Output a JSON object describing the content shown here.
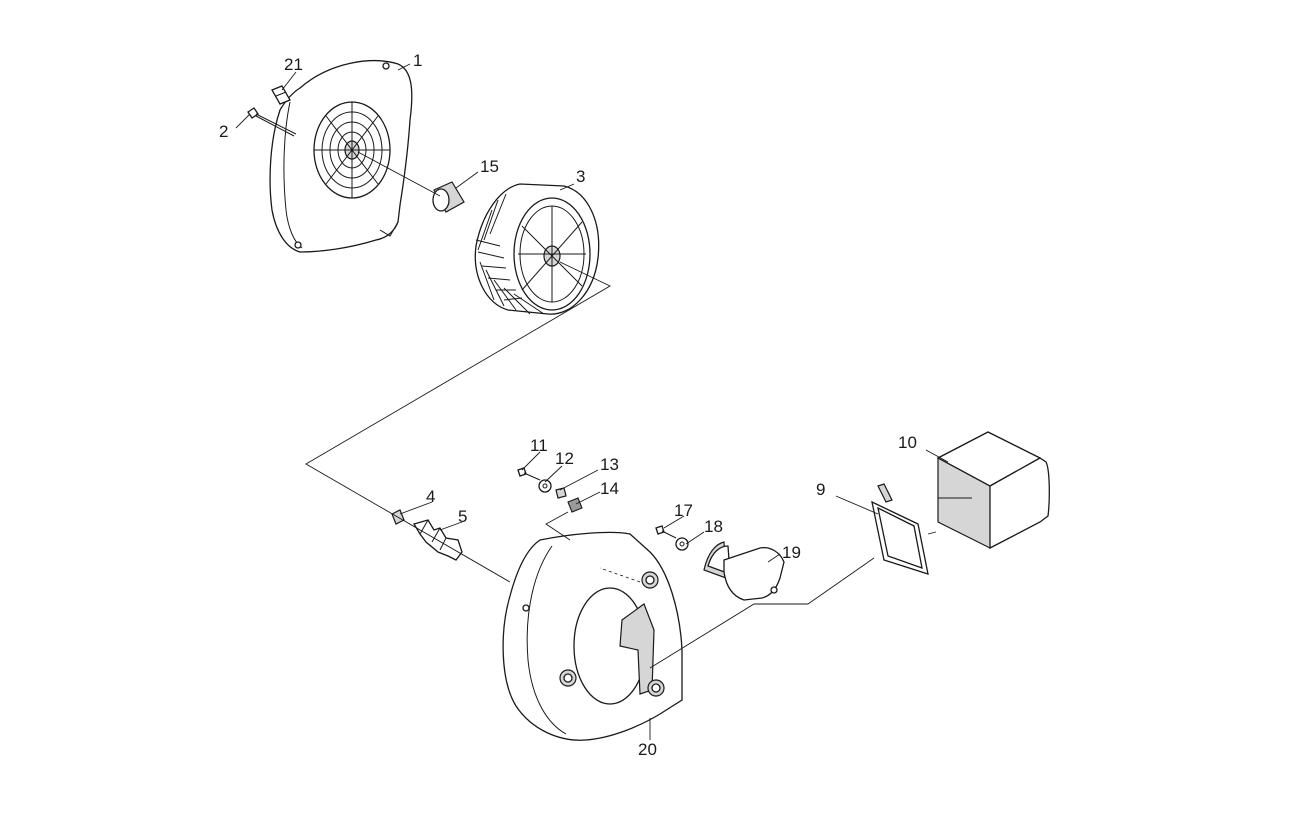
{
  "callouts": [
    "1",
    "2",
    "3",
    "4",
    "5",
    "9",
    "10",
    "11",
    "12",
    "13",
    "14",
    "15",
    "17",
    "18",
    "19",
    "20",
    "21"
  ],
  "colors": {
    "line": "#1a1a1a",
    "background": "#ffffff",
    "shade": "#d6d6d6"
  }
}
